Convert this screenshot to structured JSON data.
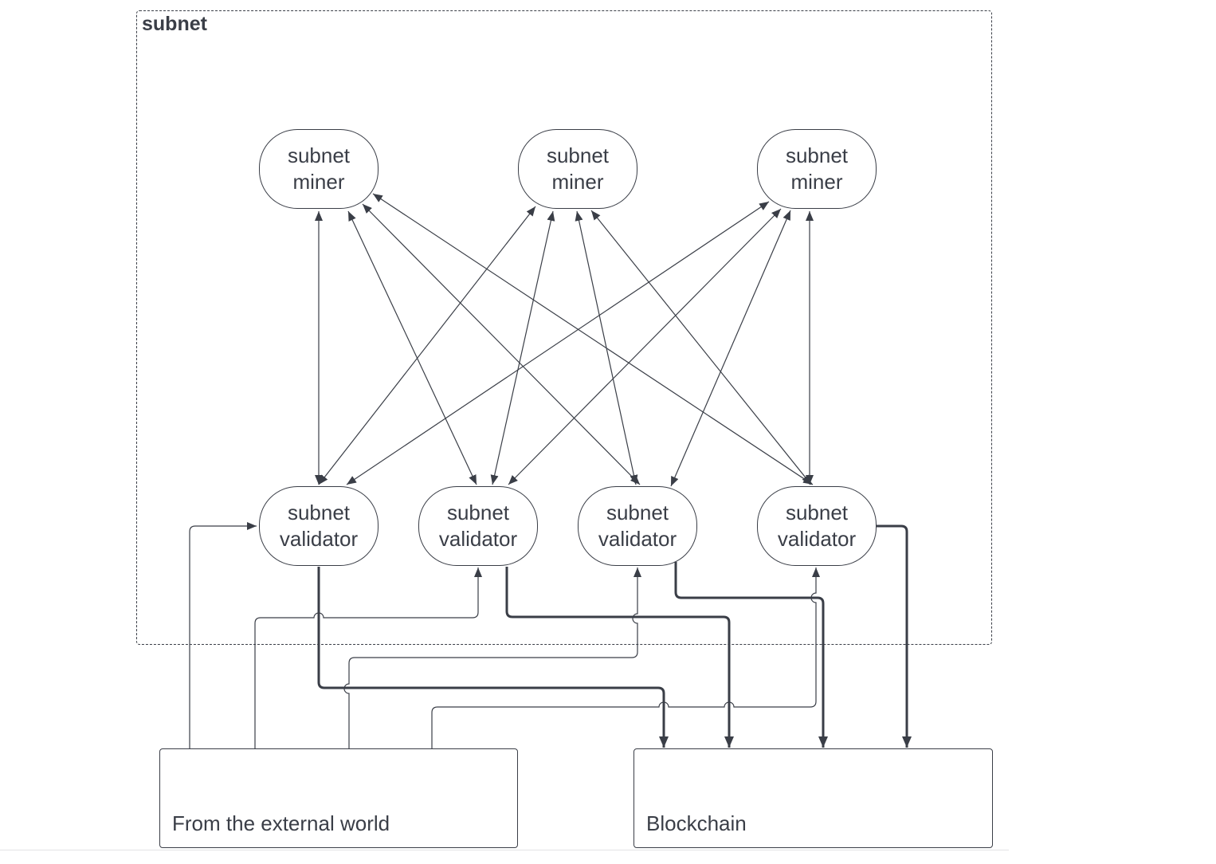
{
  "subnet": {
    "title": "subnet"
  },
  "miners": [
    {
      "line1": "subnet",
      "line2": "miner"
    },
    {
      "line1": "subnet",
      "line2": "miner"
    },
    {
      "line1": "subnet",
      "line2": "miner"
    }
  ],
  "validators": [
    {
      "line1": "subnet",
      "line2": "validator"
    },
    {
      "line1": "subnet",
      "line2": "validator"
    },
    {
      "line1": "subnet",
      "line2": "validator"
    },
    {
      "line1": "subnet",
      "line2": "validator"
    }
  ],
  "external": {
    "label": "From the external world"
  },
  "blockchain": {
    "label": "Blockchain"
  },
  "colors": {
    "stroke": "#3a3e47",
    "background": "#ffffff"
  }
}
